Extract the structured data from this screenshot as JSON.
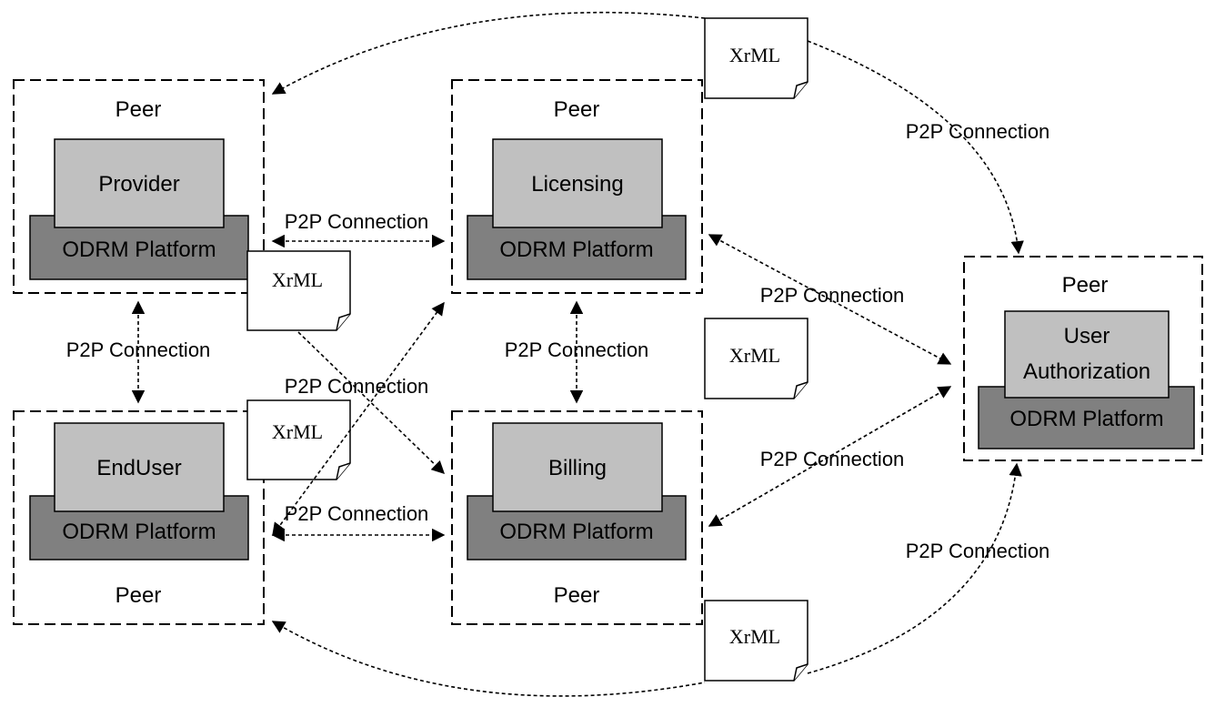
{
  "peer_label": "Peer",
  "platform_label": "ODRM Platform",
  "connection_label": "P2P Connection",
  "document_label": "XrML",
  "nodes": {
    "provider": "Provider",
    "licensing": "Licensing",
    "enduser": "EndUser",
    "billing": "Billing",
    "user_authorization_line1": "User",
    "user_authorization_line2": "Authorization"
  }
}
